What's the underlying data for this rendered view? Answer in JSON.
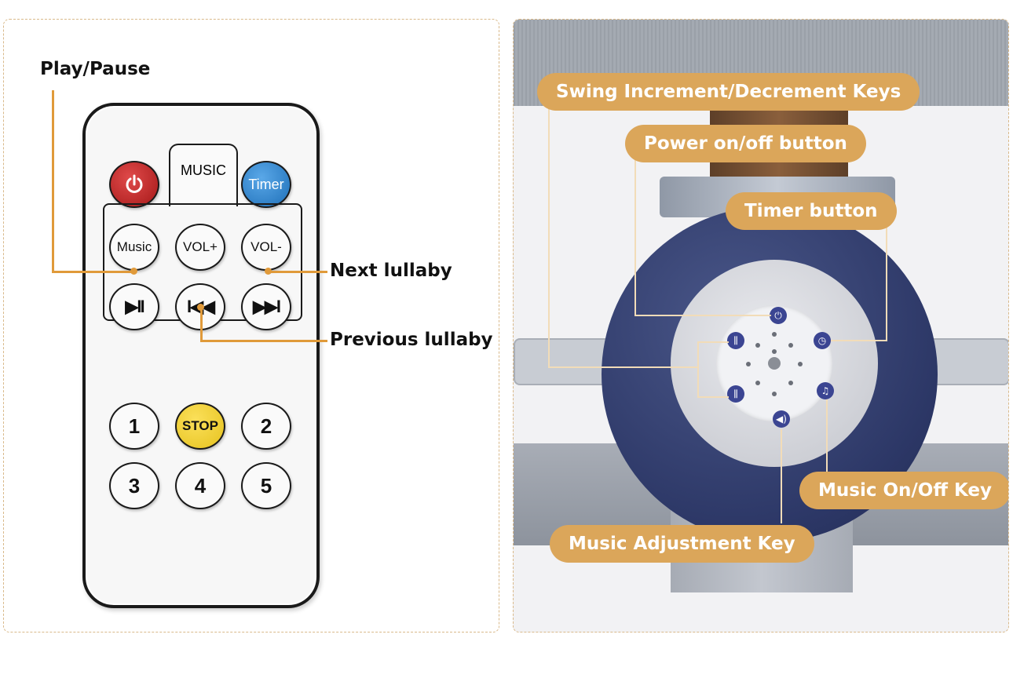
{
  "left": {
    "labels": {
      "play_pause": "Play/Pause",
      "next_lullaby": "Next lullaby",
      "previous_lullaby": "Previous lullaby"
    },
    "remote": {
      "music_tab": "MUSIC",
      "timer": "Timer",
      "music": "Music",
      "vol_up": "VOL+",
      "vol_down": "VOL-",
      "play_pause_glyph": "▶II",
      "prev_glyph": "I◀◀",
      "next_glyph": "▶▶I",
      "stop": "STOP",
      "numbers": [
        "1",
        "2",
        "3",
        "4",
        "5"
      ]
    }
  },
  "right": {
    "labels": {
      "swing_keys": "Swing Increment/Decrement Keys",
      "power_button": "Power on/off button",
      "timer_button": "Timer button",
      "music_onoff": "Music On/Off Key",
      "music_adjust": "Music Adjustment Key"
    },
    "face_icons": {
      "power": "⏻",
      "swing_up": "⫼",
      "swing_down": "⫼",
      "timer": "◷",
      "music": "♫",
      "volume": "◀)"
    }
  },
  "colors": {
    "leader_line": "#e09a3a",
    "pill": "#dba65a",
    "ring": "#2c3766",
    "power_red": "#a51818",
    "timer_blue": "#1e6fb8",
    "stop_yellow": "#e6c21e"
  }
}
